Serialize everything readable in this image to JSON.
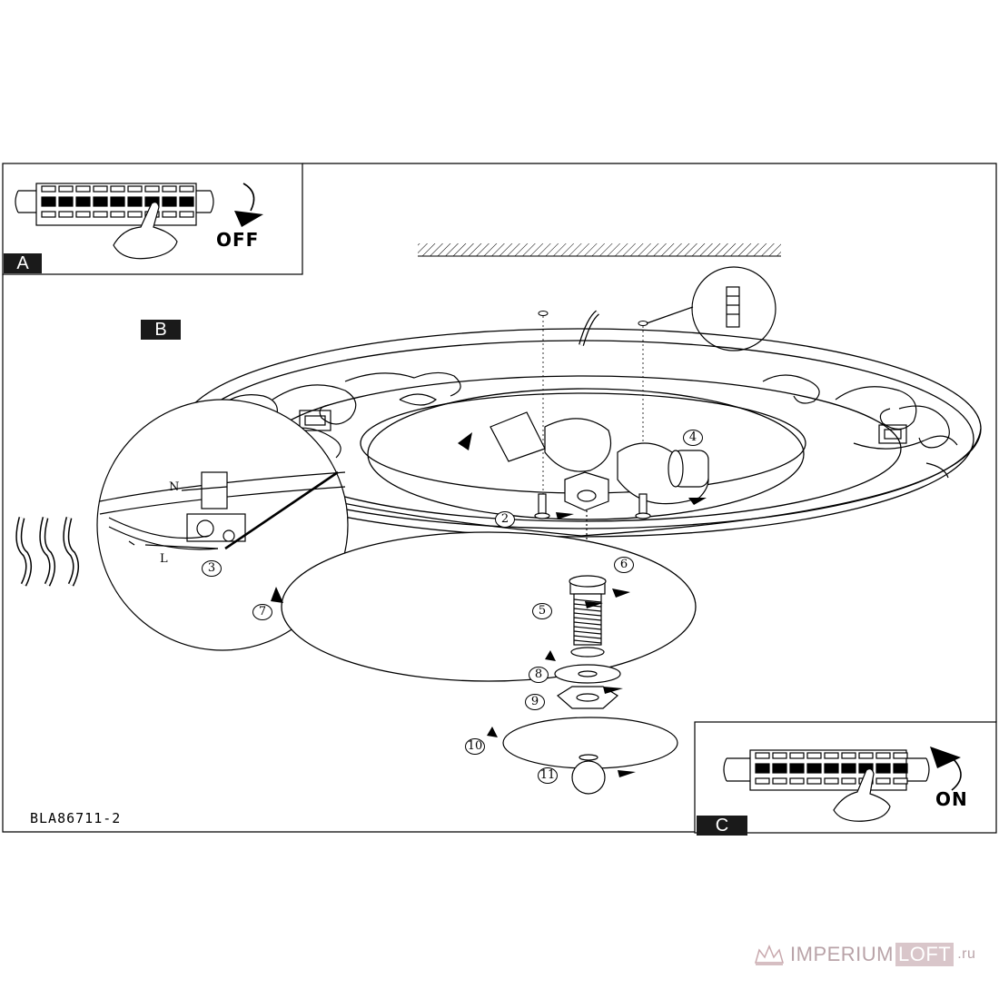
{
  "panels": {
    "a": {
      "tag": "A",
      "label": "OFF"
    },
    "b": {
      "tag": "B"
    },
    "c": {
      "tag": "C",
      "label": "ON"
    }
  },
  "wire_labels": {
    "neutral": "N",
    "live": "L"
  },
  "parts": [
    "2",
    "3",
    "4",
    "5",
    "6",
    "7",
    "8",
    "9",
    "10",
    "11"
  ],
  "model_code": "BLA86711-2",
  "watermark": {
    "brand_a": "IMPERIUM",
    "brand_b": "LOFT",
    "tld": ".ru"
  },
  "icons": [
    "breaker-icon",
    "hand-icon",
    "curved-arrow-icon",
    "wall-plug-icon",
    "wire-icon"
  ]
}
